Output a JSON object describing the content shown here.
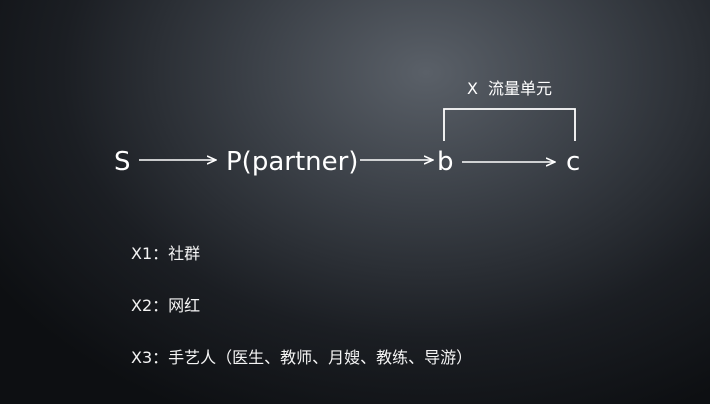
{
  "diagram": {
    "nodes": {
      "s": "S",
      "p": "P(partner)",
      "b": "b",
      "c": "c"
    },
    "bracket": {
      "var": "X",
      "label": "流量单元"
    }
  },
  "list": [
    {
      "key": "X1",
      "text": "：社群"
    },
    {
      "key": "X2",
      "text": "：网红"
    },
    {
      "key": "X3",
      "text": "：手艺人（医生、教师、月嫂、教练、导游）"
    }
  ],
  "colors": {
    "text": "#ffffff",
    "background_center": "#5a6068",
    "background_edge": "#0d0f12"
  }
}
